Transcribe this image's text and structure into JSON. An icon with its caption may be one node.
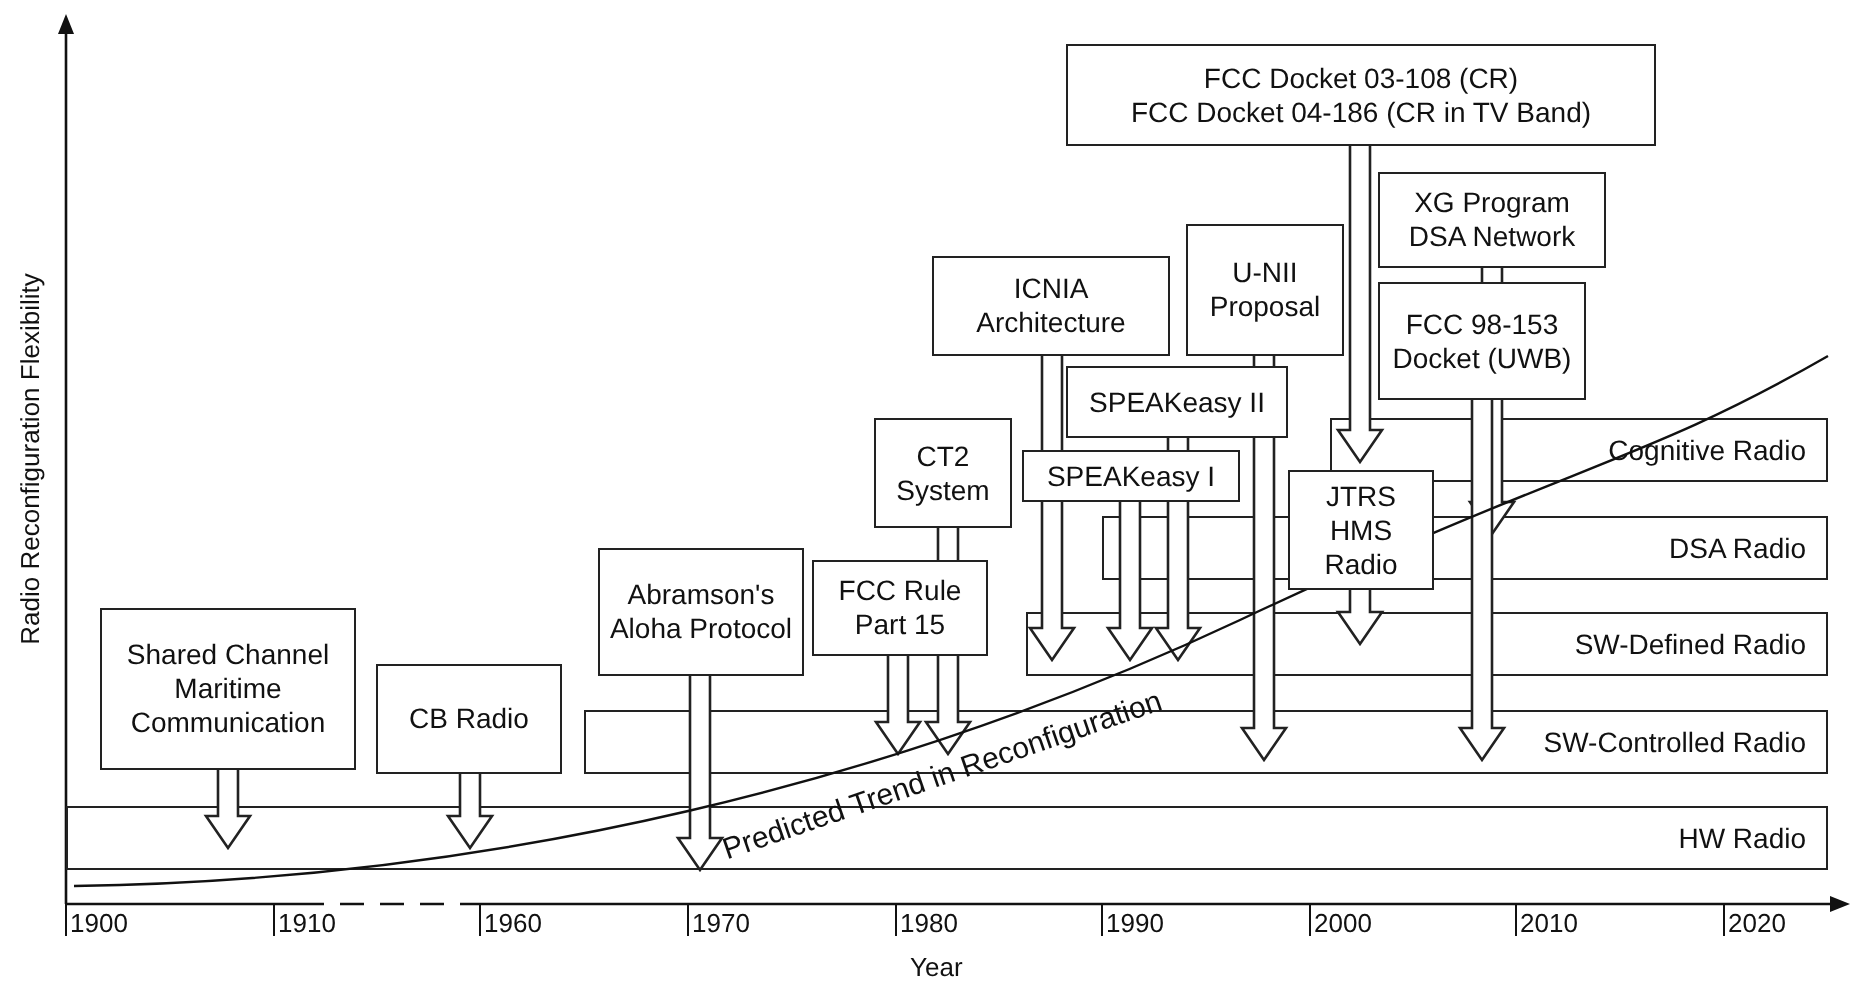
{
  "diagram": {
    "nodes": [
      {
        "text": [
          "Shared Channel Maritime Communication"
        ]
      },
      {
        "text": [
          "CB Radio"
        ]
      },
      {
        "text": [
          "Abramson's Aloha Protocol"
        ]
      },
      {
        "text": [
          "FCC Rule Part 15"
        ]
      },
      {
        "text": [
          "CT2 System"
        ]
      },
      {
        "text": [
          "ICNIA Architecture"
        ]
      },
      {
        "text": [
          "SPEAKeasy I"
        ]
      },
      {
        "text": [
          "SPEAKeasy II"
        ]
      },
      {
        "text": [
          "U-NII Proposal"
        ]
      },
      {
        "text": [
          "FCC Docket 03-108 (CR)",
          "FCC Docket 04-186 (CR in TV Band)"
        ]
      },
      {
        "text": [
          "JTRS HMS Radio"
        ]
      },
      {
        "text": [
          "XG Program",
          "DSA Network"
        ]
      },
      {
        "text": [
          "FCC 98-153 Docket (UWB)"
        ]
      },
      {
        "text": [
          "Cognitive Radio"
        ]
      },
      {
        "text": [
          "DSA Radio"
        ]
      },
      {
        "text": [
          "SW-Defined Radio"
        ]
      },
      {
        "text": [
          "SW-Controlled Radio"
        ]
      },
      {
        "text": [
          "HW Radio"
        ]
      }
    ],
    "edges": [
      {
        "from": 0,
        "to": 17,
        "arrow": "to"
      },
      {
        "from": 1,
        "to": 17,
        "arrow": "to"
      },
      {
        "from": 2,
        "to": 17,
        "arrow": "to"
      },
      {
        "from": 3,
        "to": 16,
        "arrow": "to"
      },
      {
        "from": 4,
        "to": 16,
        "arrow": "to"
      },
      {
        "from": 5,
        "to": 15,
        "arrow": "to"
      },
      {
        "from": 6,
        "to": 15,
        "arrow": "to"
      },
      {
        "from": 7,
        "to": 15,
        "arrow": "to"
      },
      {
        "from": 8,
        "to": 16,
        "arrow": "to"
      },
      {
        "from": 9,
        "to": 13,
        "arrow": "to"
      },
      {
        "from": 10,
        "to": 15,
        "arrow": "to"
      },
      {
        "from": 11,
        "to": 14,
        "arrow": "to"
      },
      {
        "from": 12,
        "to": 16,
        "arrow": "to"
      }
    ],
    "labels": [
      "Radio Reconfiguration Flexibility",
      "Predicted Trend in Reconfiguration",
      "1900",
      "1910",
      "1960",
      "1970",
      "1980",
      "1990",
      "2000",
      "2010",
      "2020",
      "Year"
    ]
  }
}
